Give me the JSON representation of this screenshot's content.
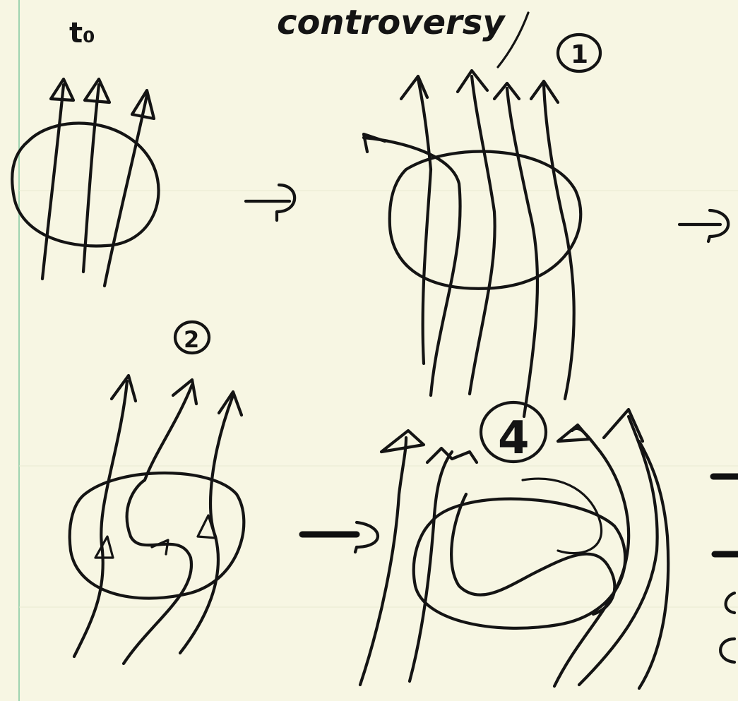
{
  "title": "controversy",
  "labels": {
    "t0": "t₀",
    "step1": "1",
    "step2": "2",
    "step4": "4"
  },
  "colors": {
    "paper": "#f7f6e3",
    "ink": "#141414",
    "margin": "#9fd3b0"
  }
}
